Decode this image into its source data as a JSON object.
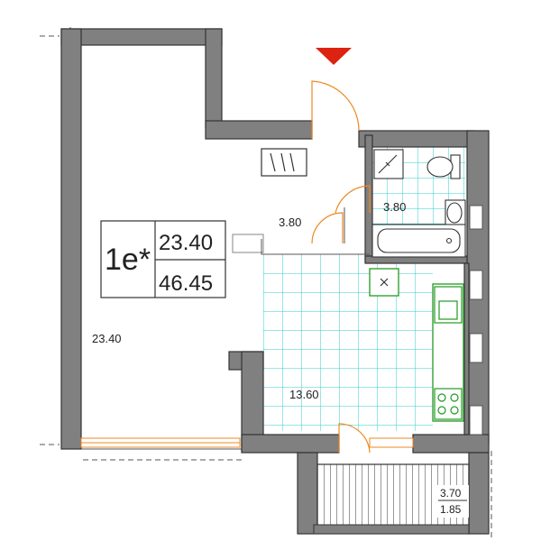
{
  "unit": {
    "code": "1e*",
    "living_area": "23.40",
    "total_area": "46.45"
  },
  "rooms": {
    "living_room": "23.40",
    "hall": "3.80",
    "bathroom": "3.80",
    "kitchen": "13.60"
  },
  "balcony": {
    "total": "3.70",
    "reduced": "1.85"
  },
  "colors": {
    "wall": "#808080",
    "wall_outline": "#333333",
    "tile_grid": "#33cccc",
    "door_swing": "#ee8822",
    "entrance_marker": "#dd2211",
    "fixture_green": "#229922"
  },
  "icons": {
    "entrance": "entrance-marker-icon",
    "stove": "stove-icon",
    "sink": "kitchen-sink-icon",
    "toilet": "toilet-icon",
    "bathtub": "bathtub-icon",
    "washbasin": "washbasin-icon",
    "shower": "shower-icon"
  }
}
